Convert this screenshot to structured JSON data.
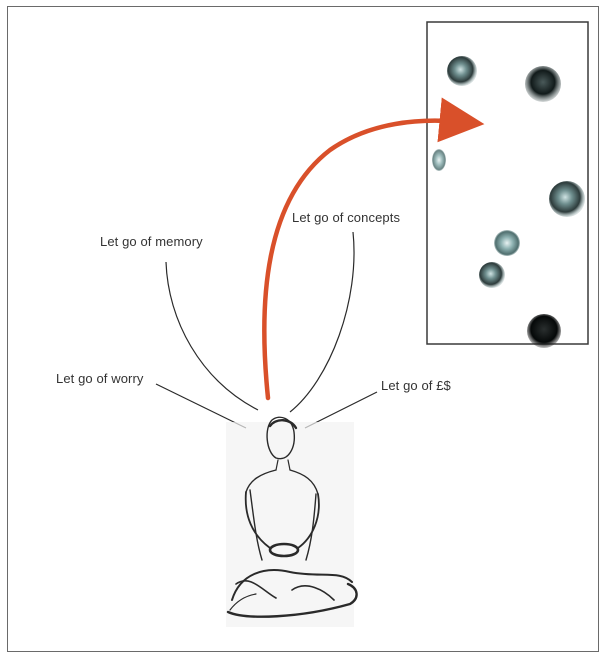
{
  "labels": {
    "memory": "Let go of memory",
    "concepts": "Let go of concepts",
    "worry": "Let go of worry",
    "money": "Let go of £$"
  },
  "colors": {
    "arrow": "#d9502a",
    "lines": "#2a2a2a",
    "frame": "#6a6a6a"
  },
  "icons": [
    "meditating-figure-sketch",
    "ink-dots-panel",
    "curved-arrow"
  ]
}
